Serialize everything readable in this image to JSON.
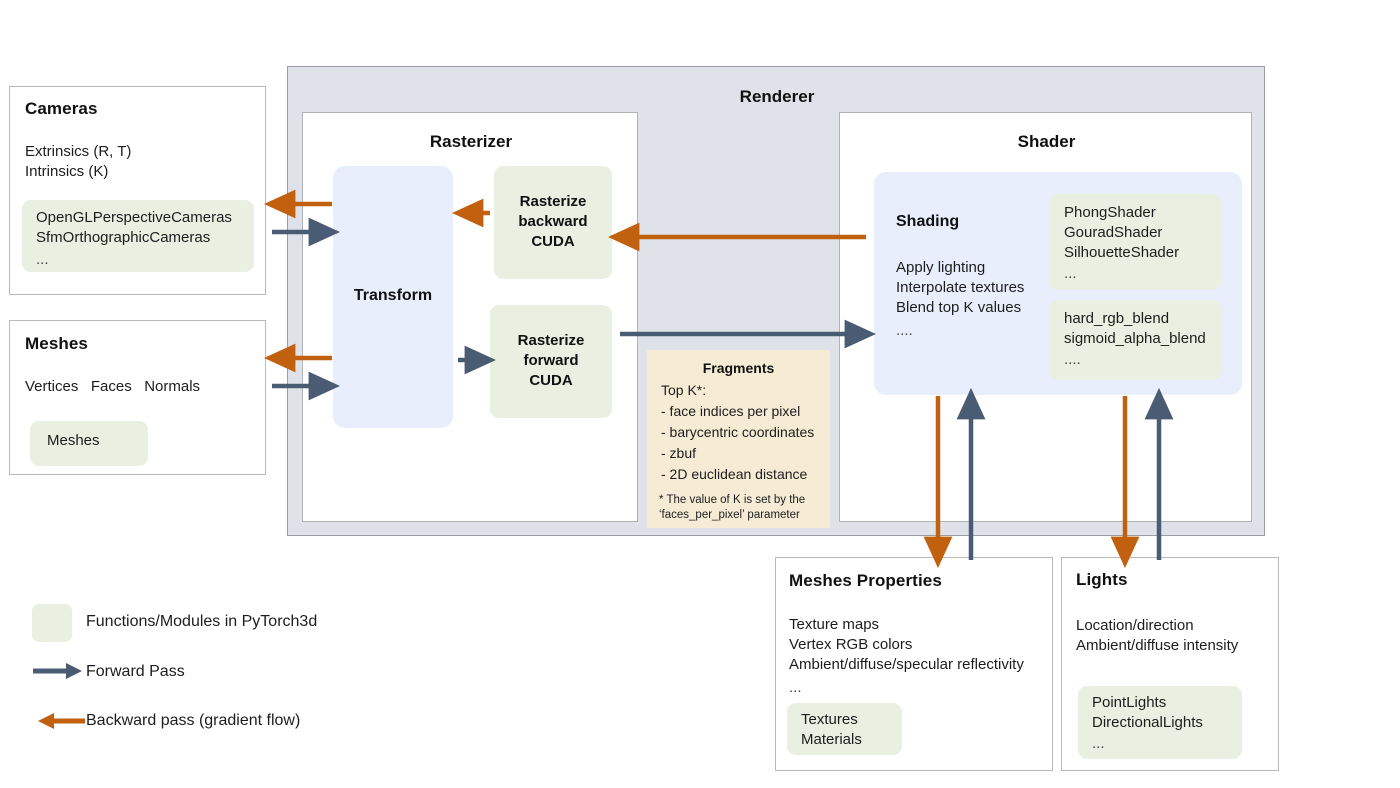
{
  "renderer": {
    "title": "Renderer",
    "rasterizer": {
      "title": "Rasterizer",
      "transform_label": "Transform",
      "backward_label": "Rasterize\nbackward\nCUDA",
      "backward_lines": [
        "Rasterize",
        "backward",
        "CUDA"
      ],
      "forward_lines": [
        "Rasterize",
        "forward",
        "CUDA"
      ]
    },
    "fragments": {
      "title": "Fragments",
      "lead": "Top K*:",
      "items": [
        "- face indices per pixel",
        "- barycentric coordinates",
        "- zbuf",
        "- 2D euclidean distance"
      ],
      "note_line1": "* The value of K is set by the",
      "note_line2": "‘faces_per_pixel’ parameter"
    },
    "shader": {
      "title": "Shader",
      "shading_title": "Shading",
      "shading_lines": [
        "Apply lighting",
        "Interpolate textures",
        "Blend top K values"
      ],
      "shading_dots": "....",
      "shaders_chip": {
        "lines": [
          "PhongShader",
          "GouradShader",
          "SilhouetteShader"
        ],
        "dots": "..."
      },
      "blend_chip": {
        "lines": [
          "hard_rgb_blend",
          "sigmoid_alpha_blend"
        ],
        "dots": "...."
      }
    }
  },
  "cameras": {
    "title": "Cameras",
    "lines": [
      "Extrinsics (R, T)",
      "Intrinsics (K)"
    ],
    "chip": {
      "lines": [
        "OpenGLPerspectiveCameras",
        "SfmOrthographicCameras"
      ],
      "dots": "..."
    }
  },
  "meshes": {
    "title": "Meshes",
    "lines": [
      "Vertices   Faces   Normals"
    ],
    "chip": {
      "lines": [
        "Meshes"
      ],
      "dots": ""
    }
  },
  "meshes_properties": {
    "title": "Meshes Properties",
    "lines": [
      "Texture maps",
      "Vertex RGB colors",
      "Ambient/diffuse/specular reflectivity"
    ],
    "dots": "...",
    "chip": {
      "lines": [
        "Textures",
        "Materials"
      ],
      "dots": ""
    }
  },
  "lights": {
    "title": "Lights",
    "lines": [
      "Location/direction",
      "Ambient/diffuse intensity"
    ],
    "chip": {
      "lines": [
        "PointLights",
        "DirectionalLights"
      ],
      "dots": "..."
    }
  },
  "legend": {
    "items": [
      {
        "kind": "swatch",
        "label": "Functions/Modules in PyTorch3d"
      },
      {
        "kind": "arrow-forward",
        "label": "Forward Pass"
      },
      {
        "kind": "arrow-backward",
        "label": "Backward pass (gradient flow)"
      }
    ]
  },
  "colors": {
    "forward_arrow": "#4a5c73",
    "backward_arrow": "#c1600f",
    "module_green": "#e9f0e1",
    "block_blue": "#e8eefb",
    "renderer_grey": "#dfe3e9",
    "fragments_cream": "#f6ecd5"
  }
}
